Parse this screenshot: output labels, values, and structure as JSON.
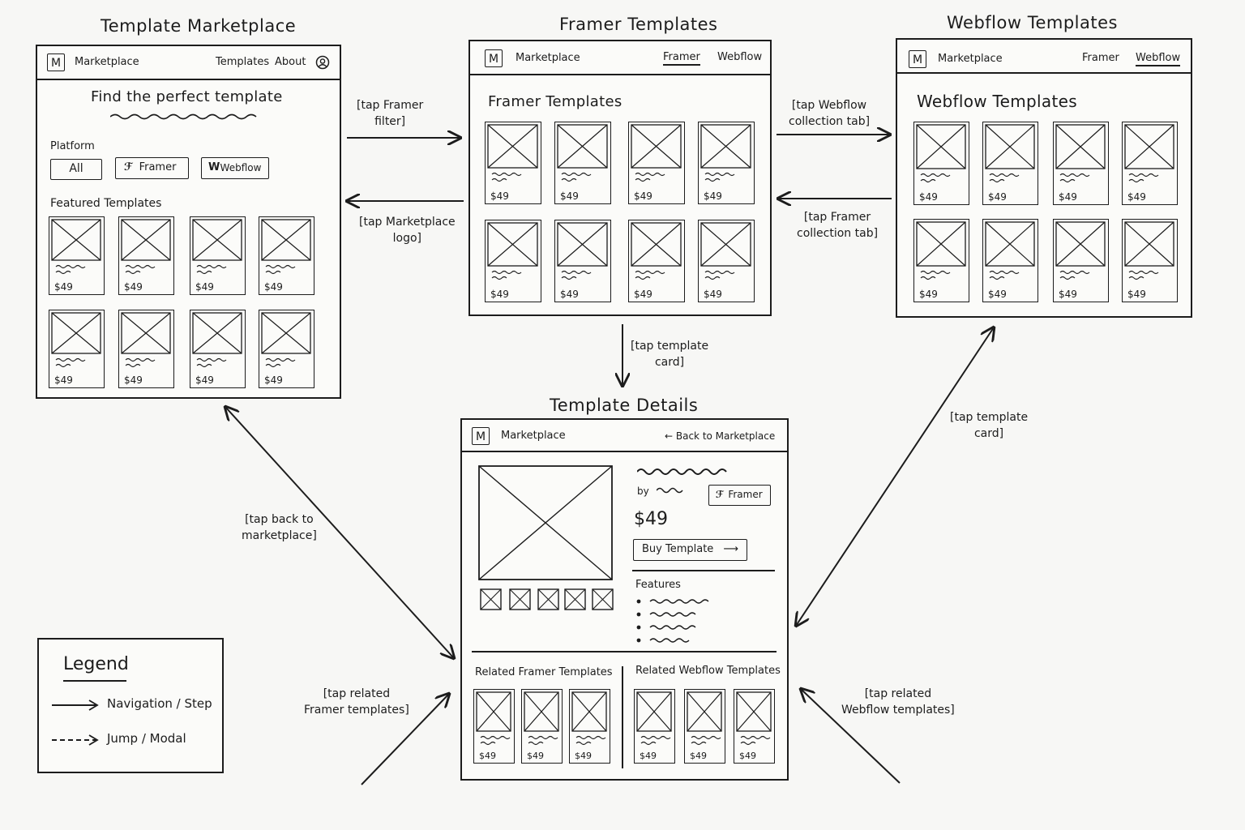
{
  "titles": {
    "marketplace": "Template Marketplace",
    "framer": "Framer Templates",
    "webflow": "Webflow Templates",
    "details": "Template Details"
  },
  "nav": {
    "logo_letter": "M",
    "brand": "Marketplace",
    "templates_link": "Templates",
    "about_link": "About",
    "framer_tab": "Framer",
    "webflow_tab": "Webflow",
    "back_link": "← Back to Marketplace"
  },
  "marketplace": {
    "headline": "Find the perfect template",
    "platform_label": "Platform",
    "filters": [
      "All",
      "Framer",
      "Webflow"
    ],
    "featured_label": "Featured Templates",
    "price": "$49"
  },
  "framer_page": {
    "heading": "Framer Templates",
    "price": "$49"
  },
  "webflow_page": {
    "heading": "Webflow Templates",
    "price": "$49"
  },
  "details": {
    "by": "by",
    "platform_badge": "Framer",
    "price": "$49",
    "buy_button": "Buy Template",
    "features_label": "Features",
    "related_framer": "Related Framer Templates",
    "related_webflow": "Related Webflow Templates",
    "price_small": "$49"
  },
  "annotations": {
    "tap_framer_filter": "[tap Framer\nfilter]",
    "tap_marketplace_logo": "[tap Marketplace\nlogo]",
    "tap_webflow_tab": "[tap Webflow\ncollection tab]",
    "tap_framer_tab": "[tap Framer\ncollection tab]",
    "tap_template_card_1": "[tap template\ncard]",
    "tap_template_card_2": "[tap template\ncard]",
    "tap_back": "[tap back to\nmarketplace]",
    "tap_related_framer": "[tap related\nFramer templates]",
    "tap_related_webflow": "[tap related\nWebflow templates]"
  },
  "legend": {
    "title": "Legend",
    "solid": "Navigation / Step",
    "dashed": "Jump / Modal"
  },
  "colors": {
    "ink": "#1c1c1c",
    "paper": "#f7f7f5"
  }
}
